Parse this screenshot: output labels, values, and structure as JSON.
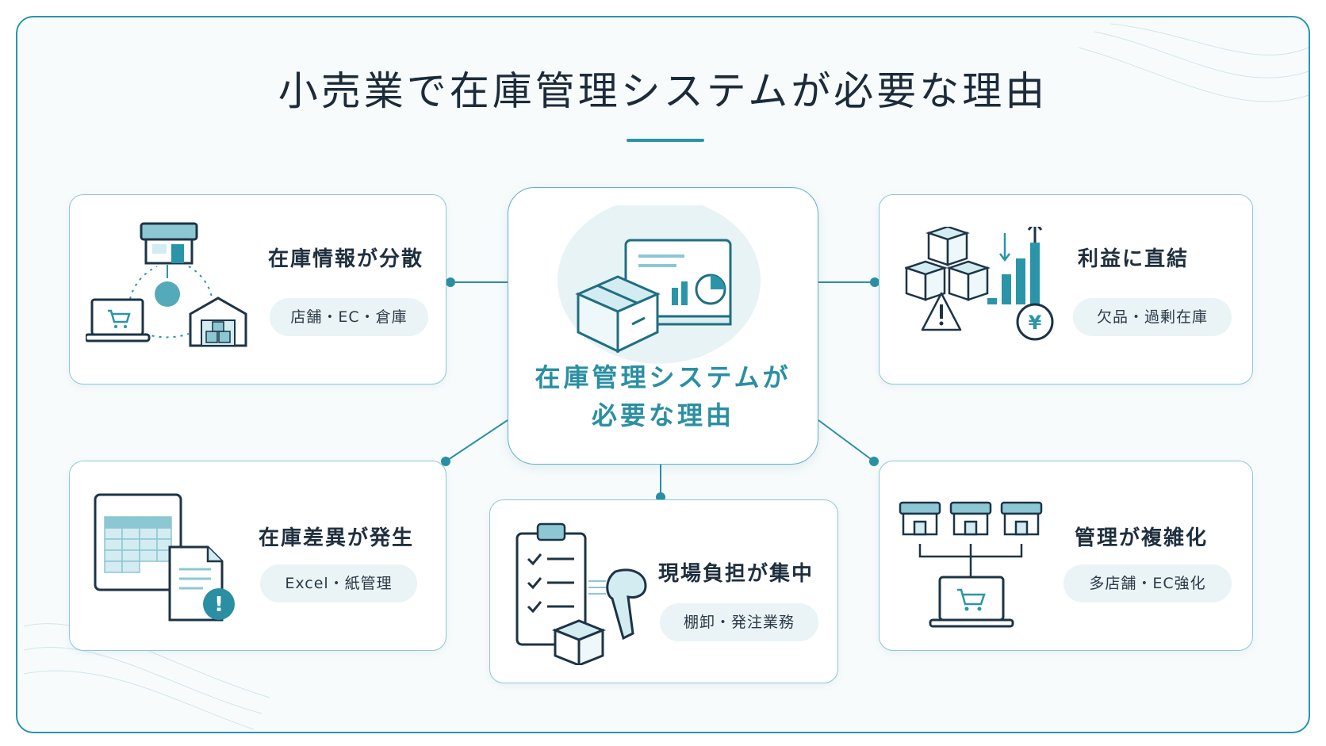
{
  "title": "小売業で在庫管理システムが必要な理由",
  "center": {
    "line1": "在庫管理システムが",
    "line2": "必要な理由"
  },
  "cards": {
    "distributed": {
      "title": "在庫情報が分散",
      "tag": "店舗・EC・倉庫"
    },
    "profit": {
      "title": "利益に直結",
      "tag": "欠品・過剰在庫"
    },
    "discrepancy": {
      "title": "在庫差異が発生",
      "tag": "Excel・紙管理"
    },
    "workload": {
      "title": "現場負担が集中",
      "tag": "棚卸・発注業務"
    },
    "complex": {
      "title": "管理が複雑化",
      "tag": "多店舗・EC強化"
    }
  },
  "icon_glyphs": {
    "yen": "¥",
    "alert": "!"
  },
  "colors": {
    "accent": "#2a95a8",
    "dark": "#1c3446",
    "light": "#d8edf1",
    "title": "#1c2b3a"
  }
}
